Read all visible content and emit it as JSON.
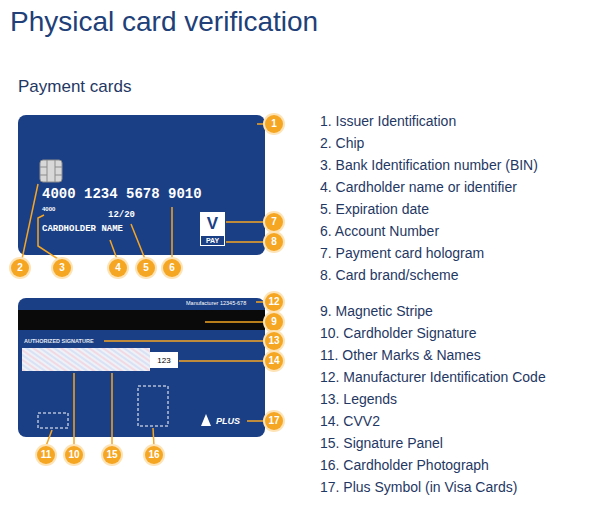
{
  "diagram": {
    "title": "Physical card verification",
    "nodes": [
      {
        "text": [
          "4000 1234 5678 9010",
          "4000",
          "12/20",
          "CARDHOLDER NAME"
        ]
      },
      {
        "text": [
          "V"
        ],
        "in": 0
      },
      {
        "text": [
          "PAY"
        ],
        "in": 0
      },
      {
        "text": [
          "Manufacturer 12345-678",
          "AUTHORIZED SIGNATURE"
        ]
      },
      {
        "text": [
          "123"
        ],
        "in": 3
      },
      {
        "text": [
          "PLUS"
        ],
        "in": 3
      }
    ],
    "labels": [
      "Payment cards",
      "1. Issuer Identification",
      "2. Chip",
      "3. Bank Identification number (BIN)",
      "4. Cardholder name or identifier",
      "5. Expiration date",
      "6. Account Number",
      "7. Payment card hologram",
      "8. Card brand/scheme",
      "9. Magnetic Stripe",
      "10. Cardholder Signature",
      "11. Other Marks & Names",
      "12. Manufacturer Identification Code",
      "13. Legends",
      "14. CVV2",
      "15. Signature Panel",
      "16. Cardholder Photograph",
      "17. Plus Symbol (in Visa Cards)",
      "1",
      "2",
      "3",
      "4",
      "5",
      "6",
      "7",
      "8",
      "9",
      "10",
      "11",
      "12",
      "13",
      "14",
      "15",
      "16",
      "17"
    ]
  }
}
